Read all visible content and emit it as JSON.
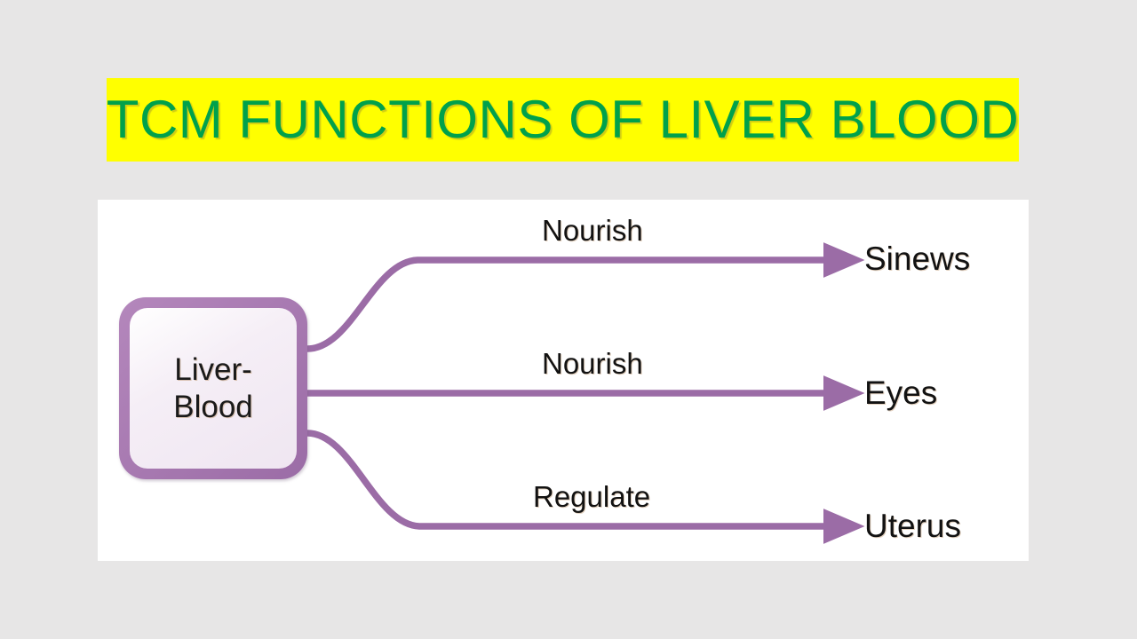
{
  "slide": {
    "background_color": "#e7e6e6",
    "title": {
      "text": "TCM FUNCTIONS OF LIVER BLOOD",
      "text_color": "#00a14b",
      "highlight_color": "#ffff00"
    }
  },
  "diagram": {
    "panel_color": "#ffffff",
    "accent_color": "#9b6ca6",
    "source_node": {
      "label_lines": [
        "Liver-",
        "Blood"
      ],
      "fill_color": "#efe6f1",
      "border_color": "#9b6ca6"
    },
    "edges": [
      {
        "label": "Nourish",
        "target": "Sinews"
      },
      {
        "label": "Nourish",
        "target": "Eyes"
      },
      {
        "label": "Regulate",
        "target": "Uterus"
      }
    ]
  }
}
